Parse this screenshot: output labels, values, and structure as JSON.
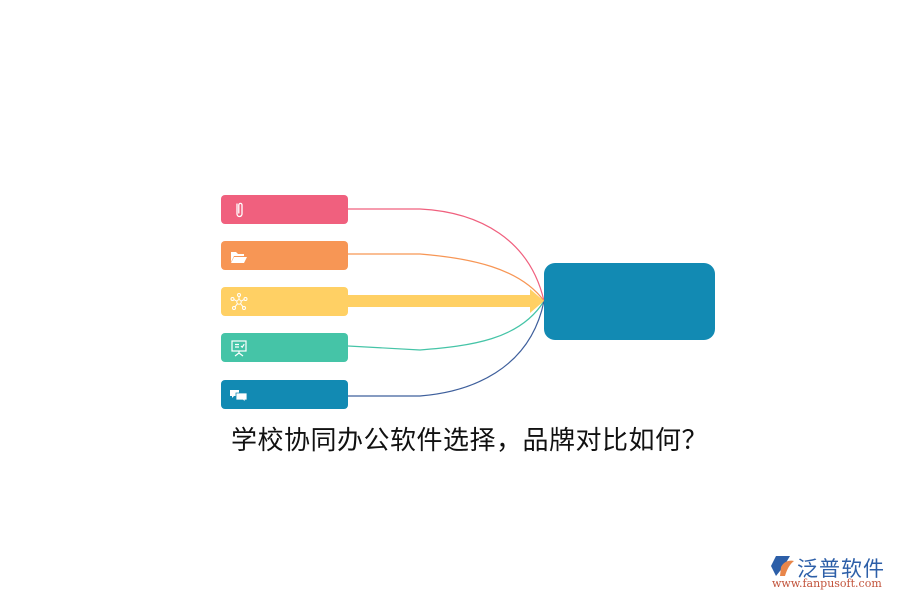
{
  "title": "学校协同办公软件选择，品牌对比如何？",
  "colors": {
    "node_1": "#f0607e",
    "node_2": "#f79655",
    "node_3": "#ffd064",
    "node_4": "#45c4a7",
    "node_5": "#128ab3",
    "center": "#128ab3",
    "link_5": "#3e5f9c"
  },
  "nodes": [
    {
      "icon": "paperclip-icon",
      "label": ""
    },
    {
      "icon": "folder-open-icon",
      "label": ""
    },
    {
      "icon": "network-icon",
      "label": ""
    },
    {
      "icon": "presentation-board-icon",
      "label": ""
    },
    {
      "icon": "chat-bubbles-icon",
      "label": ""
    }
  ],
  "center_node": {
    "label": ""
  },
  "watermark": {
    "brand": "泛普软件",
    "url": "www.fanpusoft.com"
  }
}
